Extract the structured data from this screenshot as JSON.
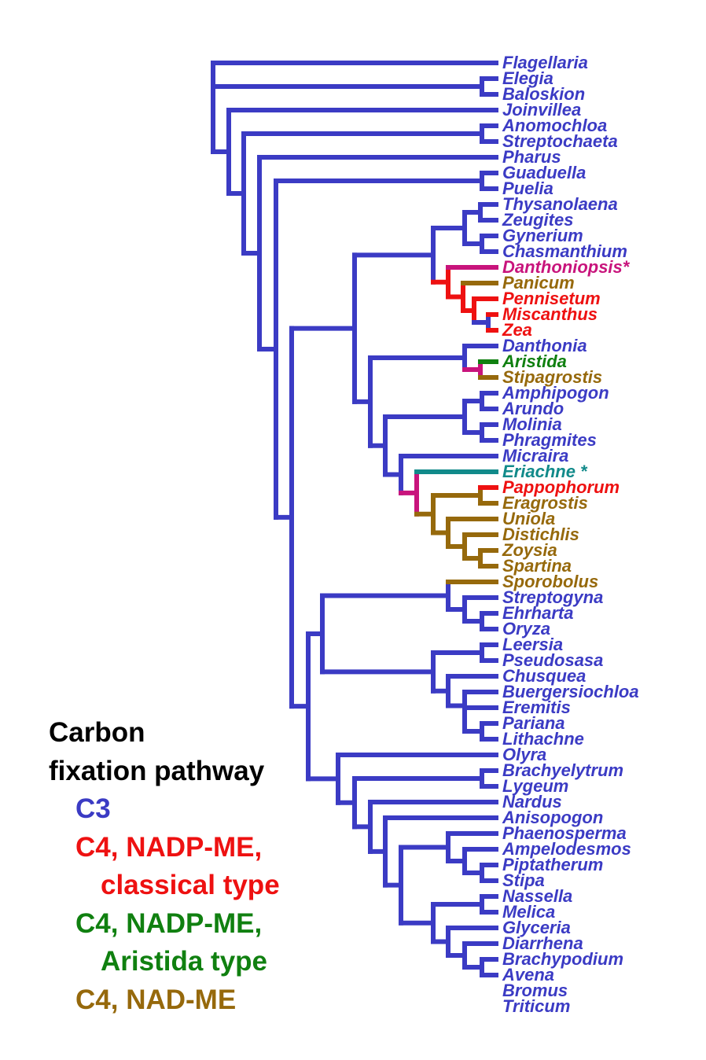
{
  "colors": {
    "c3": "#3b3bc4",
    "c4_nadp_me_classical": "#ee1111",
    "c4_nadp_me_aristida": "#108010",
    "c4_nad_me": "#96690c",
    "convergent": "#c8147c",
    "other": "#118a8a",
    "legend_title": "#000000"
  },
  "taxa": [
    {
      "name": "Flagellaria",
      "pathway": "c3"
    },
    {
      "name": "Elegia",
      "pathway": "c3"
    },
    {
      "name": "Baloskion",
      "pathway": "c3"
    },
    {
      "name": "Joinvillea",
      "pathway": "c3"
    },
    {
      "name": "Anomochloa",
      "pathway": "c3"
    },
    {
      "name": "Streptochaeta",
      "pathway": "c3"
    },
    {
      "name": "Pharus",
      "pathway": "c3"
    },
    {
      "name": "Guaduella",
      "pathway": "c3"
    },
    {
      "name": "Puelia",
      "pathway": "c3"
    },
    {
      "name": "Thysanolaena",
      "pathway": "c3"
    },
    {
      "name": "Zeugites",
      "pathway": "c3"
    },
    {
      "name": "Gynerium",
      "pathway": "c3"
    },
    {
      "name": "Chasmanthium",
      "pathway": "c3"
    },
    {
      "name": "Danthoniopsis*",
      "pathway": "convergent"
    },
    {
      "name": "Panicum",
      "pathway": "c4_nad_me"
    },
    {
      "name": "Pennisetum",
      "pathway": "c4_nadp_me_classical"
    },
    {
      "name": "Miscanthus",
      "pathway": "c4_nadp_me_classical"
    },
    {
      "name": "Zea",
      "pathway": "c4_nadp_me_classical"
    },
    {
      "name": "Danthonia",
      "pathway": "c3"
    },
    {
      "name": "Aristida",
      "pathway": "c4_nadp_me_aristida"
    },
    {
      "name": "Stipagrostis",
      "pathway": "c4_nad_me"
    },
    {
      "name": "Amphipogon",
      "pathway": "c3"
    },
    {
      "name": "Arundo",
      "pathway": "c3"
    },
    {
      "name": "Molinia",
      "pathway": "c3"
    },
    {
      "name": "Phragmites",
      "pathway": "c3"
    },
    {
      "name": "Micraira",
      "pathway": "c3"
    },
    {
      "name": "Eriachne *",
      "pathway": "other"
    },
    {
      "name": "Pappophorum",
      "pathway": "c4_nadp_me_classical"
    },
    {
      "name": "Eragrostis",
      "pathway": "c4_nad_me"
    },
    {
      "name": "Uniola",
      "pathway": "c4_nad_me"
    },
    {
      "name": "Distichlis",
      "pathway": "c4_nad_me"
    },
    {
      "name": "Zoysia",
      "pathway": "c4_nad_me"
    },
    {
      "name": "Spartina",
      "pathway": "c4_nad_me"
    },
    {
      "name": "Sporobolus",
      "pathway": "c4_nad_me"
    },
    {
      "name": "Streptogyna",
      "pathway": "c3"
    },
    {
      "name": "Ehrharta",
      "pathway": "c3"
    },
    {
      "name": "Oryza",
      "pathway": "c3"
    },
    {
      "name": "Leersia",
      "pathway": "c3"
    },
    {
      "name": "Pseudosasa",
      "pathway": "c3"
    },
    {
      "name": "Chusquea",
      "pathway": "c3"
    },
    {
      "name": "Buergersiochloa",
      "pathway": "c3"
    },
    {
      "name": "Eremitis",
      "pathway": "c3"
    },
    {
      "name": "Pariana",
      "pathway": "c3"
    },
    {
      "name": "Lithachne",
      "pathway": "c3"
    },
    {
      "name": "Olyra",
      "pathway": "c3"
    },
    {
      "name": "Brachyelytrum",
      "pathway": "c3"
    },
    {
      "name": "Lygeum",
      "pathway": "c3"
    },
    {
      "name": "Nardus",
      "pathway": "c3"
    },
    {
      "name": "Anisopogon",
      "pathway": "c3"
    },
    {
      "name": "Phaenosperma",
      "pathway": "c3"
    },
    {
      "name": "Ampelodesmos",
      "pathway": "c3"
    },
    {
      "name": "Piptatherum",
      "pathway": "c3"
    },
    {
      "name": "Stipa",
      "pathway": "c3"
    },
    {
      "name": "Nassella",
      "pathway": "c3"
    },
    {
      "name": "Melica",
      "pathway": "c3"
    },
    {
      "name": "Glyceria",
      "pathway": "c3"
    },
    {
      "name": "Diarrhena",
      "pathway": "c3"
    },
    {
      "name": "Brachypodium",
      "pathway": "c3"
    },
    {
      "name": "Avena",
      "pathway": "c3"
    },
    {
      "name": "Bromus",
      "pathway": "c3"
    },
    {
      "name": "Triticum",
      "pathway": "c3"
    }
  ],
  "legend": {
    "title_line1": "Carbon",
    "title_line2": "fixation pathway",
    "c3": "C3",
    "c4_nadp_me_line1": "C4, NADP-ME,",
    "c4_nadp_me_line2": "classical type",
    "aristida_line1": "C4, NADP-ME,",
    "aristida_line2": "Aristida type",
    "nad_me": "C4, NAD-ME"
  }
}
